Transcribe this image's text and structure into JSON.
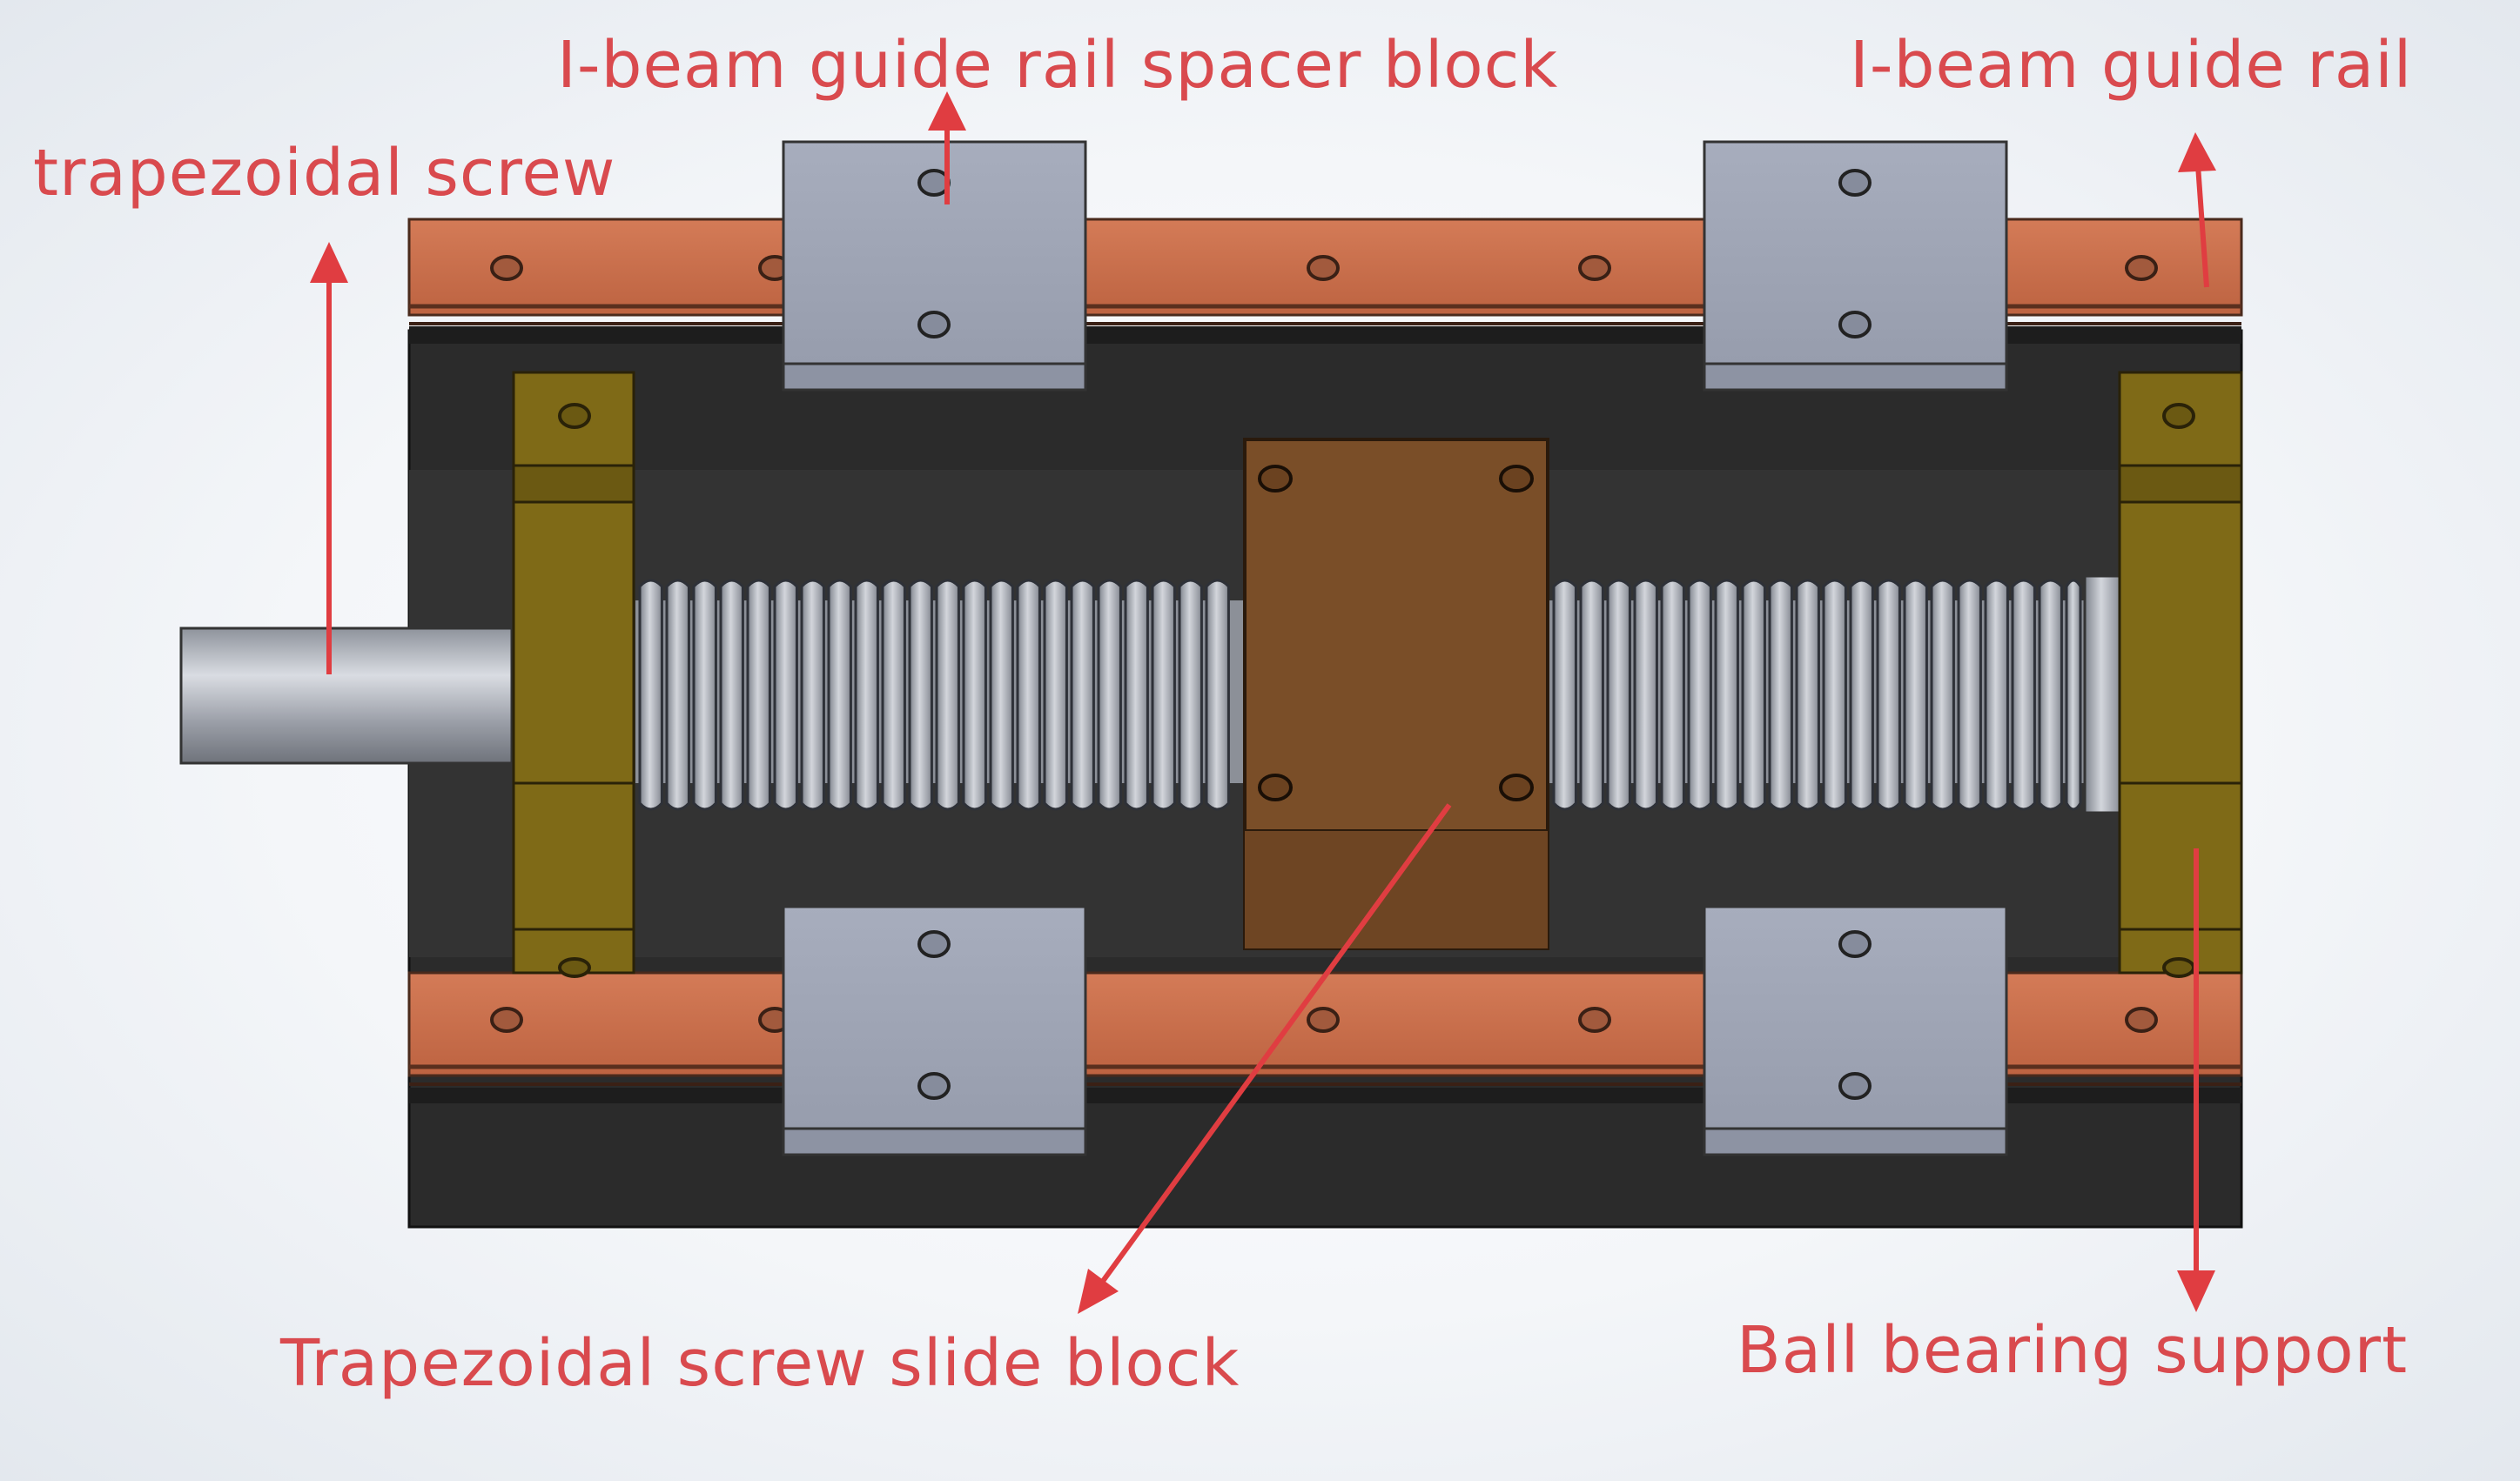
{
  "labels": {
    "spacer_block": "I-beam guide rail spacer block",
    "guide_rail": "I-beam guide rail",
    "screw": "trapezoidal screw",
    "slide_block": "Trapezoidal screw slide block",
    "bearing_support": "Ball bearing support"
  },
  "colors": {
    "annotation": "#d94a4e",
    "frame": "#2b2b2b",
    "rail": "#c86d4b",
    "spacer_block": "#9ea4b5",
    "bearing_support": "#7f6a17",
    "slide_block": "#7a4e28",
    "screw_thread": "#a9adb6"
  }
}
